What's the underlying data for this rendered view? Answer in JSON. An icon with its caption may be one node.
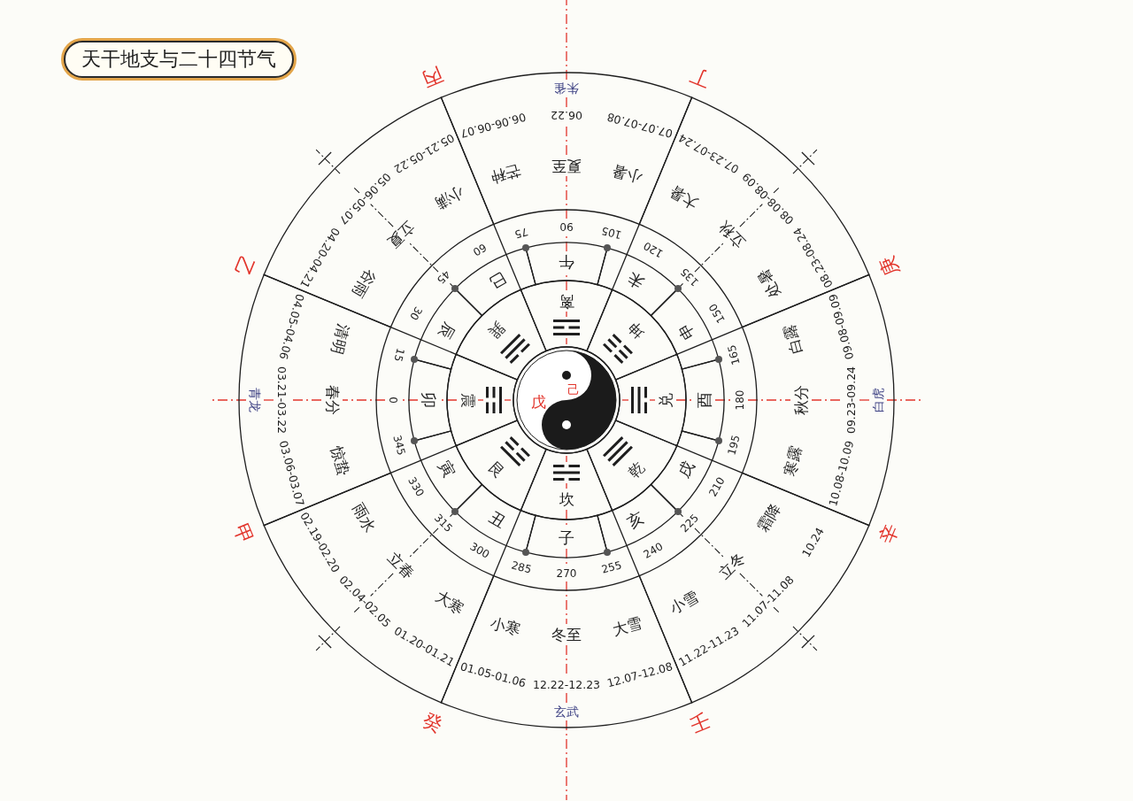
{
  "diagram": {
    "title": "天干地支与二十四节气",
    "nodes": [
      {
        "text": [
          "戊",
          "己"
        ]
      },
      {
        "text": [
          "震"
        ]
      },
      {
        "text": [
          "巽"
        ]
      },
      {
        "text": [
          "离"
        ]
      },
      {
        "text": [
          "坤"
        ]
      },
      {
        "text": [
          "兑"
        ]
      },
      {
        "text": [
          "乾"
        ]
      },
      {
        "text": [
          "坎"
        ]
      },
      {
        "text": [
          "艮"
        ]
      },
      {
        "text": [
          "卯"
        ]
      },
      {
        "text": [
          "辰"
        ]
      },
      {
        "text": [
          "巳"
        ]
      },
      {
        "text": [
          "午"
        ]
      },
      {
        "text": [
          "未"
        ]
      },
      {
        "text": [
          "申"
        ]
      },
      {
        "text": [
          "酉"
        ]
      },
      {
        "text": [
          "戌"
        ]
      },
      {
        "text": [
          "亥"
        ]
      },
      {
        "text": [
          "子"
        ]
      },
      {
        "text": [
          "丑"
        ]
      },
      {
        "text": [
          "寅"
        ]
      },
      {
        "text": [
          "惊蛰",
          "03.06-03.07",
          "春分",
          "03.21-03.22",
          "清明",
          "04.05-04.06"
        ]
      },
      {
        "text": [
          "谷雨",
          "04.20-04.21",
          "立夏",
          "05.06-05.07",
          "小满",
          "05.21-05.22"
        ]
      },
      {
        "text": [
          "芒种",
          "06.06-06.07",
          "夏至",
          "06.22",
          "小暑",
          "07.07-07.08"
        ]
      },
      {
        "text": [
          "大暑",
          "07.23-07.24",
          "立秋",
          "08.08-08.09",
          "处暑",
          "08.23-08.24"
        ]
      },
      {
        "text": [
          "白露",
          "09.08-09.09",
          "秋分",
          "09.23-09.24",
          "寒露",
          "10.08-10.09"
        ]
      },
      {
        "text": [
          "霜降",
          "10.24",
          "立冬",
          "11.07-11.08",
          "小雪",
          "11.22-11.23"
        ]
      },
      {
        "text": [
          "大雪",
          "12.07-12.08",
          "冬至",
          "12.22-12.23",
          "小寒",
          "01.05-01.06"
        ]
      },
      {
        "text": [
          "大寒",
          "01.20-01.21",
          "立春",
          "02.04-02.05",
          "雨水",
          "02.19-02.20"
        ]
      }
    ],
    "labels": [
      "丙",
      "朱雀",
      "丁",
      "乙",
      "庚",
      "青龙",
      "白虎",
      "甲",
      "辛",
      "玄武",
      "癸",
      "壬",
      "0",
      "15",
      "30",
      "45",
      "60",
      "75",
      "90",
      "105",
      "120",
      "135",
      "150",
      "165",
      "180",
      "195",
      "210",
      "225",
      "240",
      "255",
      "270",
      "285",
      "300",
      "315",
      "330",
      "345"
    ]
  }
}
